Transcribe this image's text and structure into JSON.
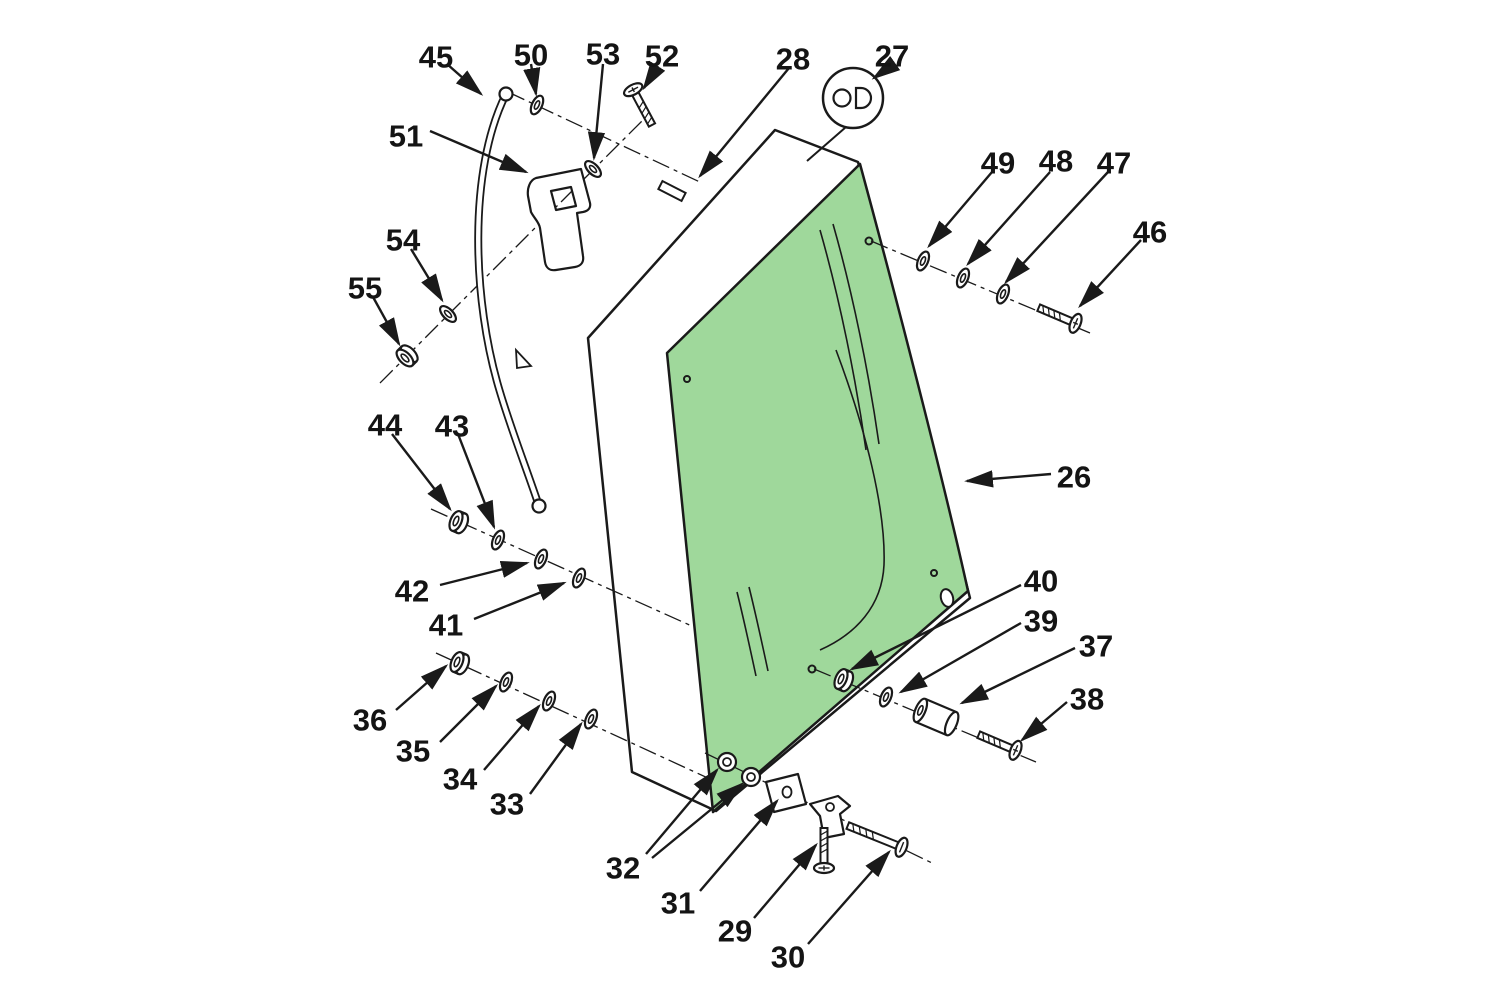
{
  "colors": {
    "glass": "#9fd89b",
    "line": "#1a1a1a",
    "paper": "#ffffff"
  },
  "badge": {
    "icon": "glass-clip-icon"
  },
  "callouts": [
    {
      "number": "26"
    },
    {
      "number": "27"
    },
    {
      "number": "28"
    },
    {
      "number": "29"
    },
    {
      "number": "30"
    },
    {
      "number": "31"
    },
    {
      "number": "32"
    },
    {
      "number": "33"
    },
    {
      "number": "34"
    },
    {
      "number": "35"
    },
    {
      "number": "36"
    },
    {
      "number": "37"
    },
    {
      "number": "38"
    },
    {
      "number": "39"
    },
    {
      "number": "40"
    },
    {
      "number": "41"
    },
    {
      "number": "42"
    },
    {
      "number": "43"
    },
    {
      "number": "44"
    },
    {
      "number": "45"
    },
    {
      "number": "46"
    },
    {
      "number": "47"
    },
    {
      "number": "48"
    },
    {
      "number": "49"
    },
    {
      "number": "50"
    },
    {
      "number": "51"
    },
    {
      "number": "52"
    },
    {
      "number": "53"
    },
    {
      "number": "54"
    },
    {
      "number": "55"
    }
  ]
}
